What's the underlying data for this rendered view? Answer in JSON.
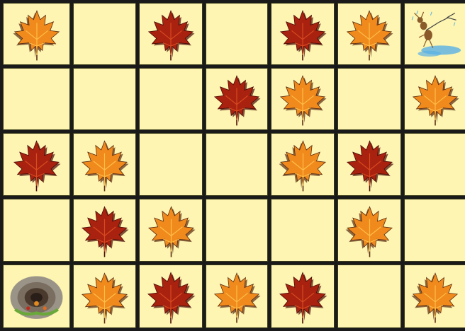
{
  "board": {
    "rows": 5,
    "cols": 7,
    "cell_color": "#fdf5b1",
    "grid_color": "#1a1a1a",
    "cells": [
      [
        "orange-leaf",
        "empty",
        "red-leaf",
        "empty",
        "red-leaf",
        "orange-leaf",
        "ant-in-puddle"
      ],
      [
        "empty",
        "empty",
        "empty",
        "red-leaf",
        "orange-leaf",
        "empty",
        "orange-leaf"
      ],
      [
        "red-leaf",
        "orange-leaf",
        "empty",
        "empty",
        "orange-leaf",
        "red-leaf",
        "empty"
      ],
      [
        "empty",
        "red-leaf",
        "orange-leaf",
        "empty",
        "empty",
        "orange-leaf",
        "empty"
      ],
      [
        "whirlpool-hole",
        "orange-leaf",
        "red-leaf",
        "orange-leaf",
        "red-leaf",
        "empty",
        "orange-leaf"
      ]
    ]
  },
  "pieces": {
    "orange-leaf": {
      "fill": "#f08a1c",
      "light": "#ffbe4a",
      "shadow": "#5a2a10"
    },
    "red-leaf": {
      "fill": "#a8220f",
      "light": "#d84a20",
      "shadow": "#4a0a05"
    },
    "ant-in-puddle": {
      "ant": "#8a5a2a",
      "water": "#5ab0e6"
    },
    "whirlpool-hole": {
      "outer": "#9a9488",
      "inner": "#2a1e18",
      "leaves": "#6aa83a"
    }
  }
}
